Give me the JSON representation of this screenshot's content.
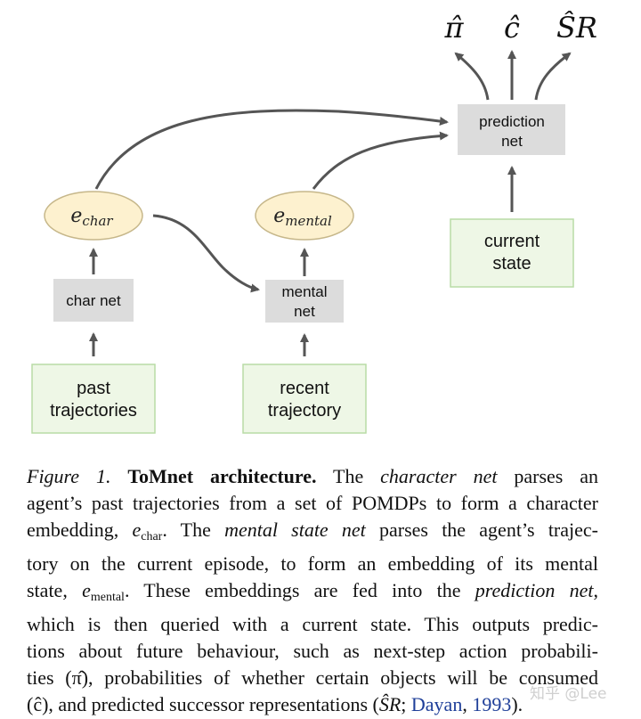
{
  "diagram": {
    "outputs": [
      "π̂",
      "ĉ",
      "ŜR"
    ],
    "prediction_net": [
      "prediction",
      "net"
    ],
    "current_state": [
      "current",
      "state"
    ],
    "e_char": {
      "base": "e",
      "sub": "char"
    },
    "e_mental": {
      "base": "e",
      "sub": "mental"
    },
    "char_net": "char net",
    "mental_net": [
      "mental",
      "net"
    ],
    "past_trajectories": [
      "past",
      "trajectories"
    ],
    "recent_trajectory": [
      "recent",
      "trajectory"
    ],
    "colors": {
      "gray_box": "#dcdcdc",
      "green_fill": "#eef7e6",
      "green_border": "#b9dca6",
      "yellow_fill": "#fdf1cf",
      "yellow_border": "#c6b78a",
      "arrow": "#555555"
    }
  },
  "caption": {
    "lines": [
      [
        "Figure 1. ",
        "ToMnet architecture.",
        "  The ",
        "character net",
        " parses an"
      ],
      [
        "agent’s past trajectories from a set of POMDPs to form a character"
      ],
      [
        "embedding, ",
        "e",
        "char",
        ". The ",
        "mental state net",
        " parses the agent’s trajec-"
      ],
      [
        "tory on the current episode, to form an embedding of its mental"
      ],
      [
        "state, ",
        "e",
        "mental",
        ". These embeddings are fed into the ",
        "prediction net",
        ","
      ],
      [
        "which is then queried with a current state.  This outputs predic-"
      ],
      [
        "tions about future behaviour, such as next-step action probabili-"
      ],
      [
        "ties (π̂), probabilities of whether certain objects will be consumed"
      ],
      [
        "(ĉ), and predicted successor representations (",
        "ŜR",
        "; ",
        "Dayan",
        ", ",
        "1993",
        ")."
      ]
    ]
  },
  "watermark": "知乎 @Lee"
}
